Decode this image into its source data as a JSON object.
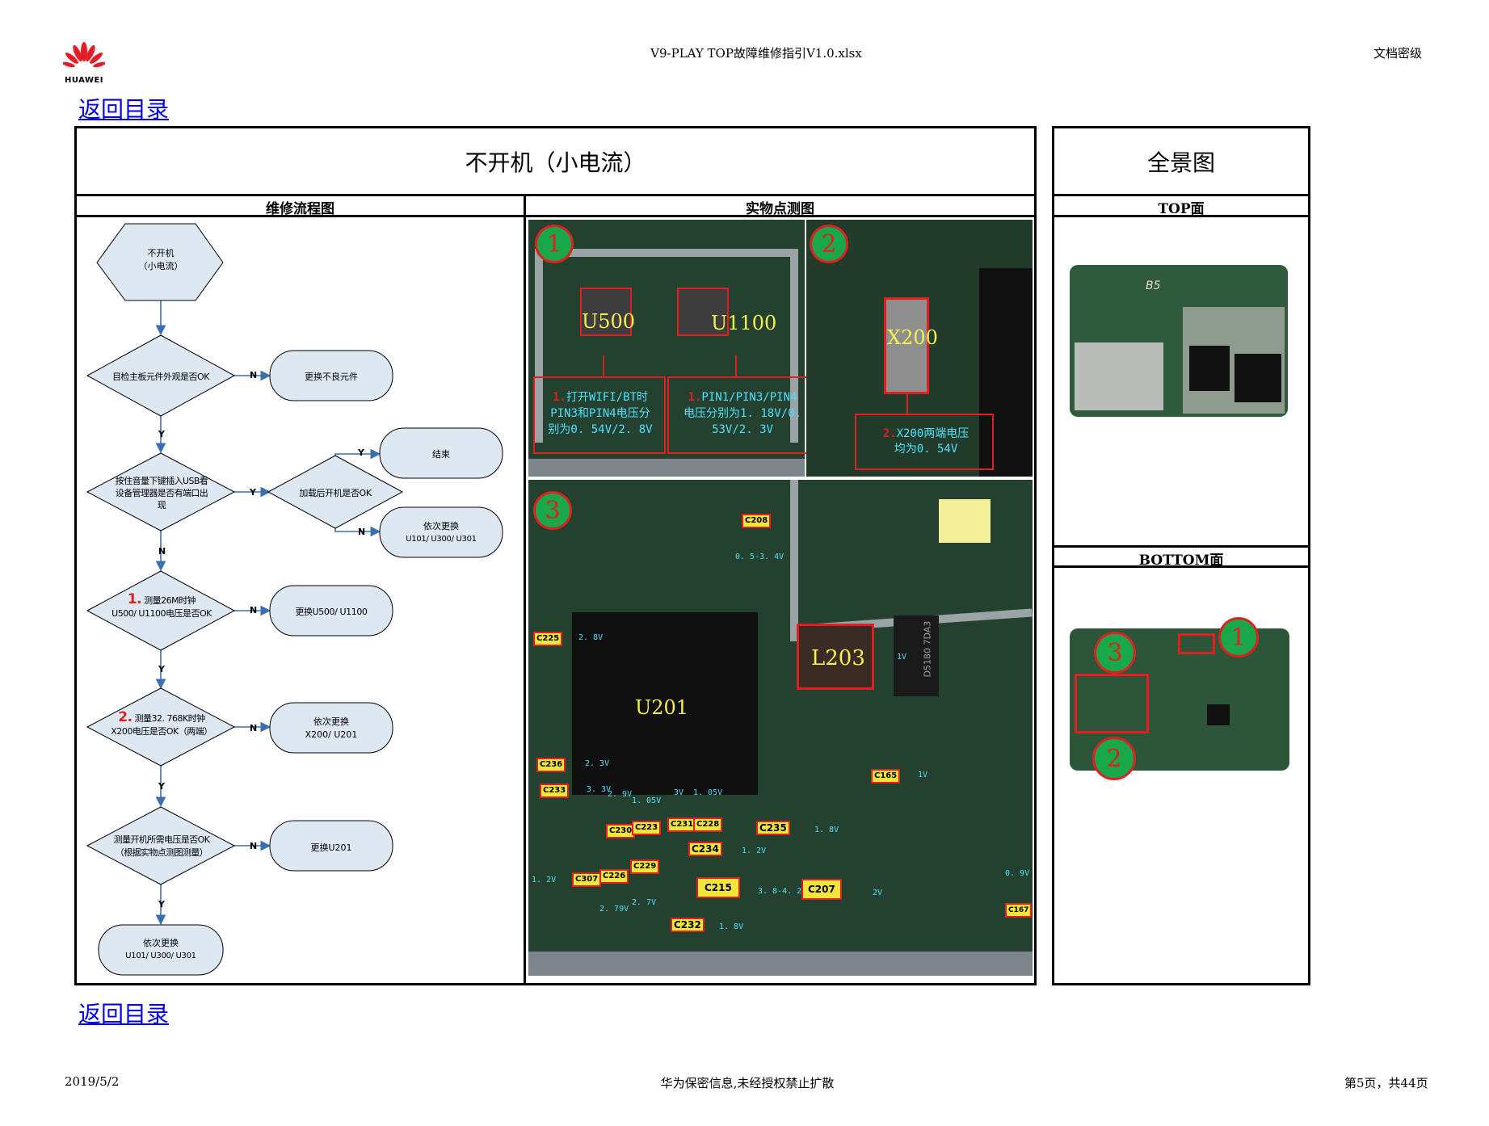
{
  "header": {
    "logo_text": "HUAWEI",
    "file_title": "V9-PLAY TOP故障维修指引V1.0.xlsx",
    "security": "文档密级"
  },
  "nav": {
    "back_top": "返回目录",
    "back_bottom": "返回目录"
  },
  "main": {
    "title": "不开机（小电流）",
    "flow_header": "维修流程图",
    "photo_header": "实物点测图"
  },
  "overview": {
    "title": "全景图",
    "top_label": "TOP面",
    "bottom_label": "BOTTOM面"
  },
  "flow": {
    "start1": "不开机",
    "start2": "（小电流）",
    "q1": "目检主板元件外观是否OK",
    "a1": "更换不良元件",
    "q2a": "按住音量下键插入USB看",
    "q2b": "设备管理器是否有端口出",
    "q2c": "现",
    "q3": "加载后开机是否OK",
    "end": "结束",
    "a3a": "依次更换",
    "a3b": "U101/ U300/ U301",
    "n1": "1.",
    "q4a": "测量26M时钟",
    "q4b": "U500/ U1100电压是否OK",
    "a4": "更换U500/ U1100",
    "n2": "2.",
    "q5a": "测量32. 768K时钟",
    "q5b": "X200电压是否OK（两端）",
    "a5a": "依次更换",
    "a5b": "X200/ U201",
    "q6a": "测量开机所需电压是否OK",
    "q6b": "（根据实物点测图测量）",
    "a6": "更换U201",
    "a7a": "依次更换",
    "a7b": "U101/ U300/ U301",
    "y": "Y",
    "n": "N"
  },
  "photo1": {
    "num": "1",
    "u500": "U500",
    "u1100": "U1100",
    "note1a": "打开WIFI/BT时",
    "note1b": "PIN3和PIN4电压分",
    "note1c": "别为0. 54V/2. 8V",
    "note2a": "PIN1/PIN3/PIN4",
    "note2b": "电压分别为1. 18V/0.",
    "note2c": "53V/2. 3V",
    "marker1": "1.",
    "marker2": "1."
  },
  "photo2": {
    "num": "2",
    "x200": "X200",
    "marker": "2.",
    "note_a": "X200两端电压",
    "note_b": "均为0. 54V"
  },
  "photo3": {
    "num": "3",
    "u201": "U201",
    "l203": "L203",
    "chip_text": "D5180 7DA3",
    "labels": {
      "c208": "C208",
      "c225": "C225",
      "c236": "C236",
      "c233": "C233",
      "c230": "C230",
      "c223": "C223",
      "c231": "C231",
      "c228": "C228",
      "c235": "C235",
      "c234": "C234",
      "c165": "C165",
      "c307": "C307",
      "c226": "C226",
      "c229": "C229",
      "c215": "C215",
      "c207": "C207",
      "c232": "C232",
      "c167": "C167"
    },
    "volts": {
      "c208": "0. 5-3. 4V",
      "c225": "2. 8V",
      "l203": "1V",
      "c236": "2. 3V",
      "c233": "3. 3V",
      "c230": "2. 9V",
      "c223": "1. 05V",
      "c231": "3V",
      "c228": "1. 05V",
      "c235": "1. 8V",
      "c234": "1. 2V",
      "c165": "1V",
      "c307": "1. 2V",
      "c226": "2. 79V",
      "c229": "2. 7V",
      "c215": "3. 8-4. 2V",
      "c207": "2V",
      "c232": "1. 8V",
      "c167": "0. 9V"
    }
  },
  "bottom_markers": {
    "m1": "1",
    "m2": "2",
    "m3": "3"
  },
  "top_board_mark": "B5",
  "footer": {
    "date": "2019/5/2",
    "notice": "华为保密信息,未经授权禁止扩散",
    "page": "第5页，共44页"
  },
  "colors": {
    "link": "#0000ee",
    "flow_fill": "#dde8f3",
    "arrow": "#3a6fb0",
    "pcb": "#1f3d2c",
    "marker_red": "#e02020",
    "marker_green": "#18a84a",
    "label_yellow": "#f2e63a",
    "volt_cyan": "#4fe0ff"
  }
}
